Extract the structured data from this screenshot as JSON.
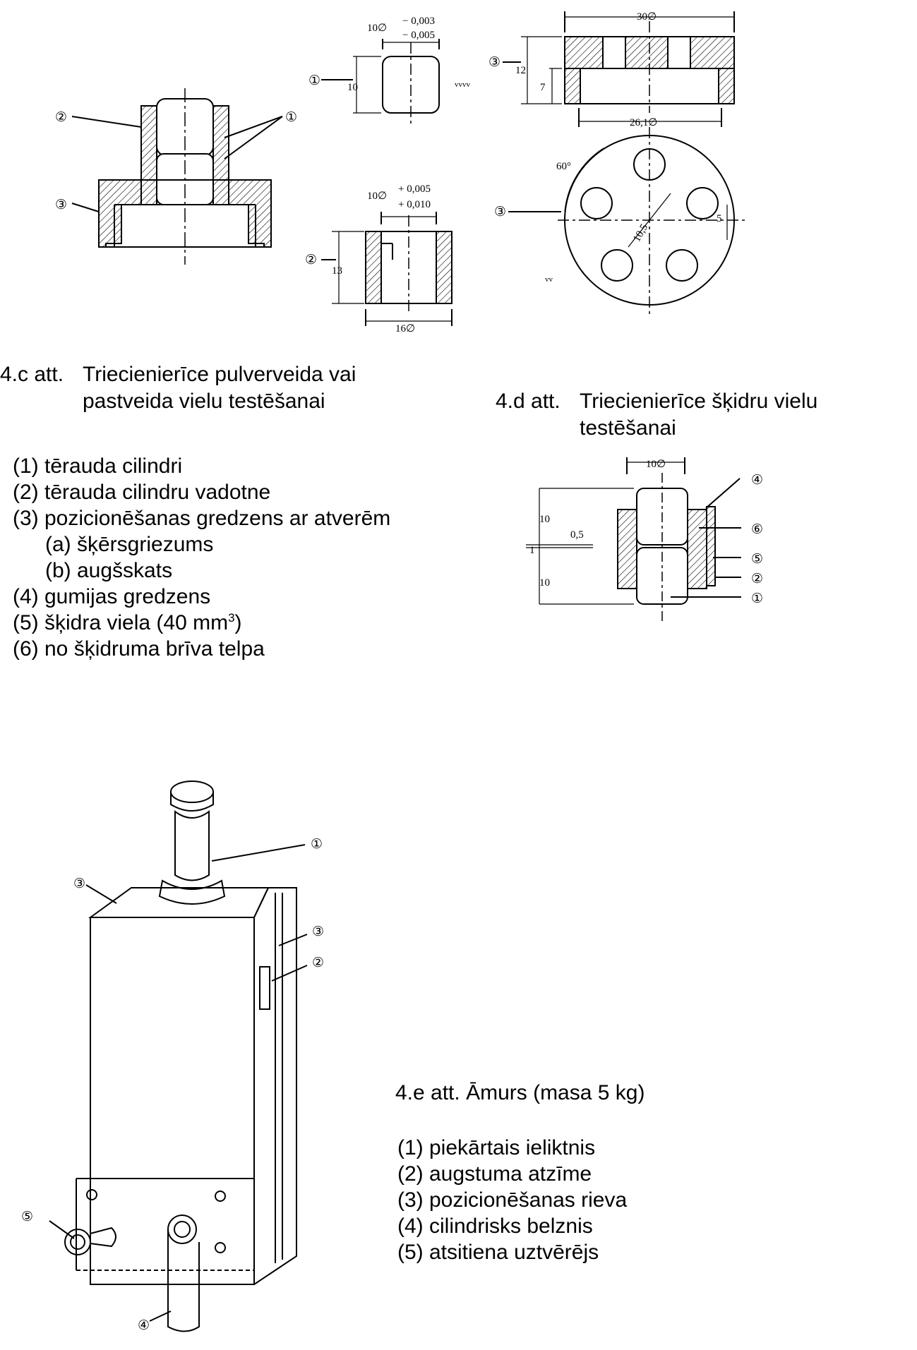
{
  "fig_c": {
    "caption_num": "4.c att.",
    "caption_l1": "Triecienierīce pulverveida vai",
    "caption_l2": "pastveida vielu testēšanai",
    "dims": {
      "top_dia": "10∅",
      "top_tol_upper": "− 0,003",
      "top_tol_lower": "− 0,005",
      "top_h": "10",
      "guide_dia": "10∅",
      "guide_tol_upper": "+ 0,005",
      "guide_tol_lower": "+ 0,010",
      "guide_h": "13",
      "guide_od": "16∅",
      "ring_od": "30∅",
      "ring_h": "12",
      "ring_h2": "7",
      "ring_id": "26,1∅",
      "angle": "60°",
      "hole_d": "10,5",
      "hole_off": "5",
      "mark_vvvv": "vvvv",
      "mark_vv": "vv"
    },
    "markers": {
      "m1": "①",
      "m2": "②",
      "m3": "③"
    }
  },
  "fig_d": {
    "caption_num": "4.d att.",
    "caption_l1": "Triecienierīce šķidru vielu",
    "caption_l2": "testēšanai",
    "dims": {
      "dia": "10∅",
      "h_top": "10",
      "gap": "1",
      "groove": "0,5",
      "h_bottom": "10"
    },
    "markers": {
      "m1": "①",
      "m2": "②",
      "m4": "④",
      "m5": "⑤",
      "m6": "⑥"
    }
  },
  "legend_cd": [
    "(1) tērauda cilindri",
    "(2) tērauda cilindru vadotne",
    "(3) pozicionēšanas gredzens ar atverēm",
    "(a) šķērsgriezums",
    "(b) augšskats",
    "(4) gumijas gredzens",
    "(5) šķidra viela (40 mm",
    "(6) no šķidruma brīva telpa"
  ],
  "legend_cd_sup": "3",
  "legend_cd_close": ")",
  "fig_e": {
    "caption": "4.e att.  Āmurs (masa 5 kg)",
    "legend": [
      "(1) piekārtais ieliktnis",
      "(2) augstuma atzīme",
      "(3) pozicionēšanas rieva",
      "(4) cilindrisks belznis",
      "(5) atsitiena uztvērējs"
    ],
    "markers": {
      "m1": "①",
      "m2": "②",
      "m3a": "③",
      "m3b": "③",
      "m4": "④",
      "m5": "⑤"
    }
  }
}
